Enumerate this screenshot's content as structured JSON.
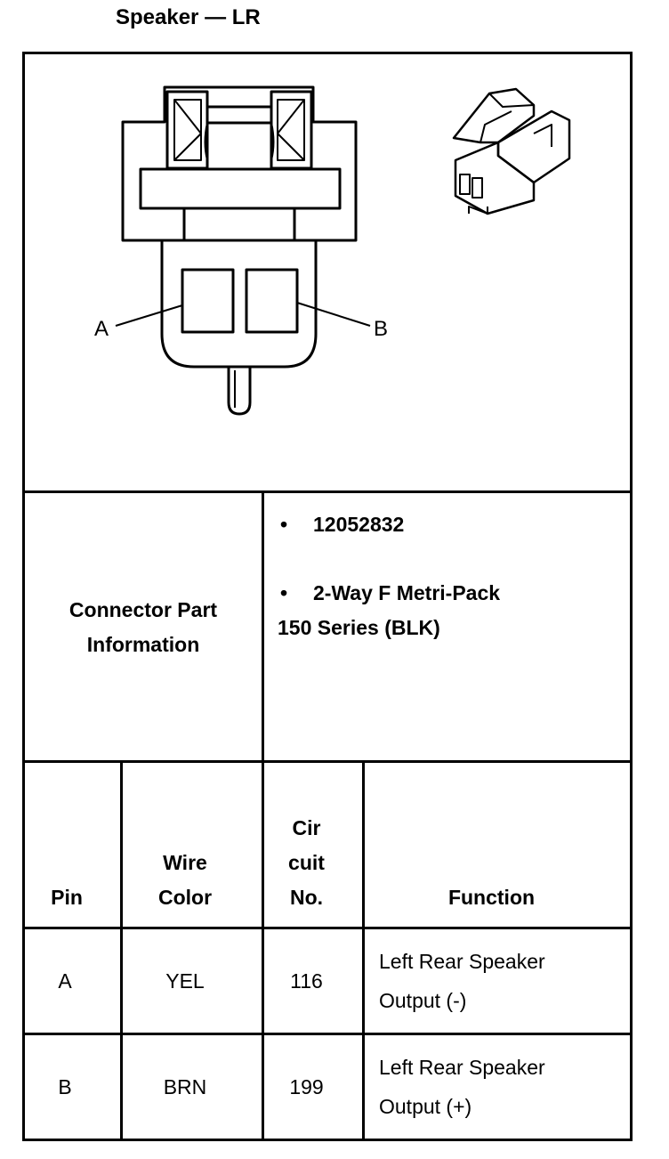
{
  "title": "Speaker — LR",
  "connector": {
    "pin_labels": [
      "A",
      "B"
    ]
  },
  "part_info": {
    "header": "Connector Part Information",
    "header_line1": "Connector Part",
    "header_line2": "Information",
    "part_number": "12052832",
    "description_line1": "2-Way F Metri-Pack",
    "description_line2": "150 Series (BLK)"
  },
  "pin_table": {
    "headers": {
      "pin": "Pin",
      "wire_color_1": "Wire",
      "wire_color_2": "Color",
      "circuit_1": "Cir",
      "circuit_2": "cuit",
      "circuit_3": "No.",
      "function": "Function"
    },
    "rows": [
      {
        "pin": "A",
        "wire_color": "YEL",
        "circuit": "116",
        "function_1": "Left Rear Speaker",
        "function_2": "Output (-)"
      },
      {
        "pin": "B",
        "wire_color": "BRN",
        "circuit": "199",
        "function_1": "Left Rear Speaker",
        "function_2": "Output (+)"
      }
    ]
  }
}
